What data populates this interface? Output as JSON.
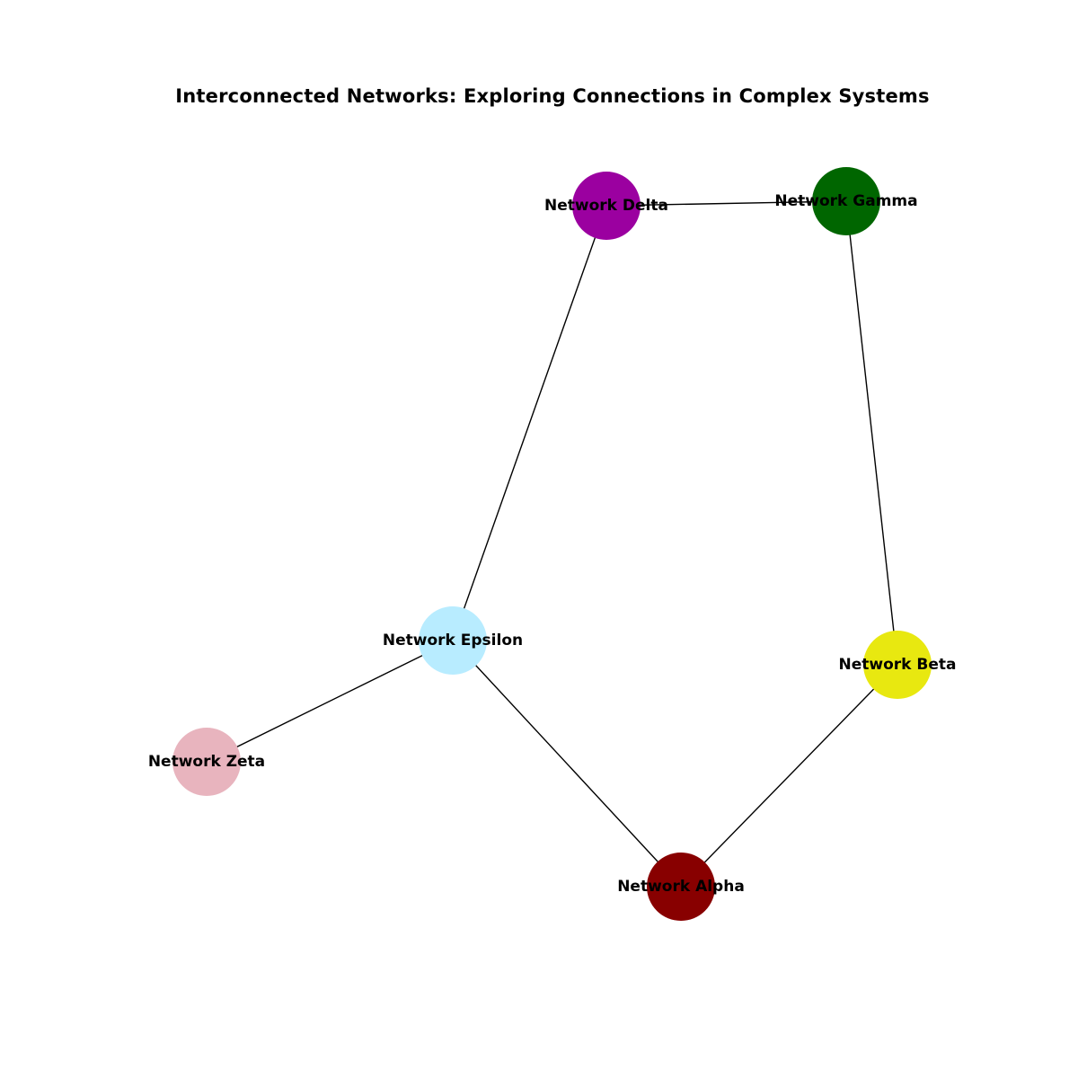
{
  "title": "Interconnected Networks: Exploring Connections in Complex Systems",
  "nodes": [
    {
      "id": "delta",
      "label": "Network Delta",
      "color": "#9b00a0"
    },
    {
      "id": "gamma",
      "label": "Network Gamma",
      "color": "#006600"
    },
    {
      "id": "epsilon",
      "label": "Network Epsilon",
      "color": "#b8ecff"
    },
    {
      "id": "beta",
      "label": "Network Beta",
      "color": "#e8e810"
    },
    {
      "id": "zeta",
      "label": "Network Zeta",
      "color": "#e8b4be"
    },
    {
      "id": "alpha",
      "label": "Network Alpha",
      "color": "#880000"
    }
  ],
  "edges": [
    {
      "source": "delta",
      "target": "gamma"
    },
    {
      "source": "delta",
      "target": "epsilon"
    },
    {
      "source": "gamma",
      "target": "beta"
    },
    {
      "source": "epsilon",
      "target": "zeta"
    },
    {
      "source": "epsilon",
      "target": "alpha"
    },
    {
      "source": "beta",
      "target": "alpha"
    }
  ]
}
